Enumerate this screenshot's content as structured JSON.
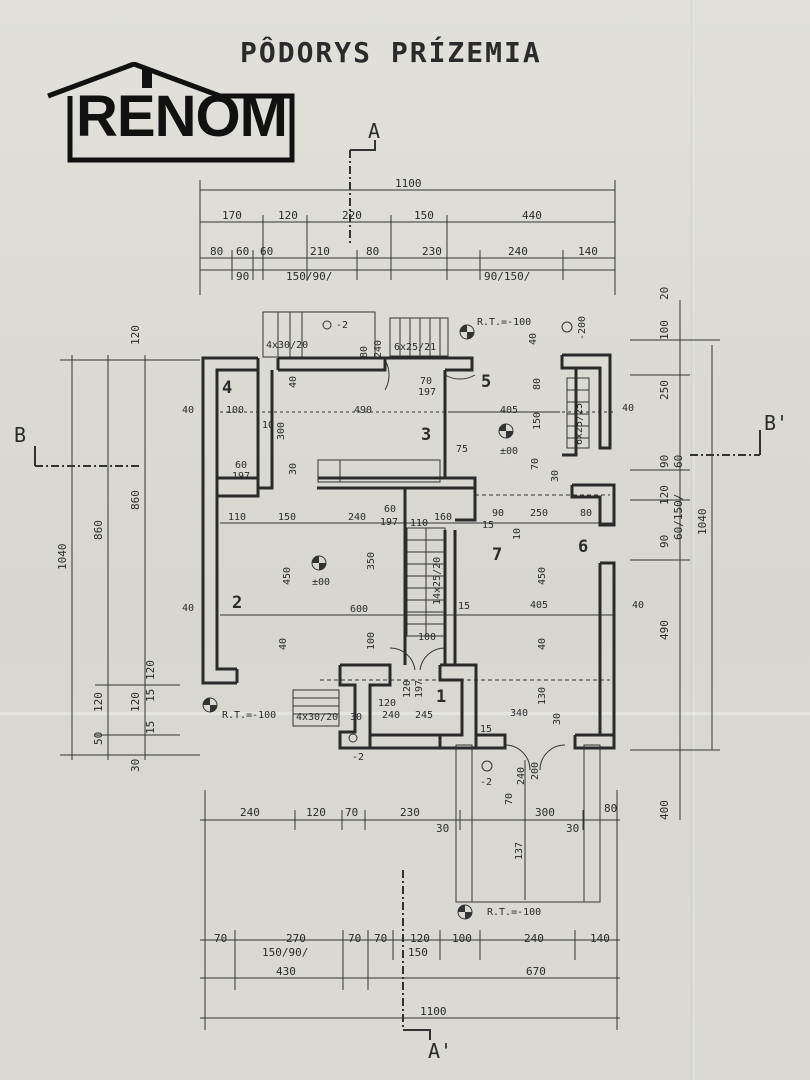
{
  "title": "PÔDORYS PRÍZEMIA",
  "logo": {
    "text": "RENOM"
  },
  "sections": {
    "a_top": "A",
    "a_bottom": "A'",
    "b_left": "B",
    "b_right": "B'"
  },
  "levels": {
    "rt_top": "R.T.=-100",
    "rt_left": "R.T.=-100",
    "rt_bottom": "R.T.=-100",
    "neg200": "-200",
    "zero_room3": "±00",
    "zero_room2": "±00",
    "neg2_top": "-2",
    "neg2_entry": "-2",
    "neg2_terrace": "-2"
  },
  "rooms": [
    {
      "id": "1",
      "label": "1"
    },
    {
      "id": "2",
      "label": "2"
    },
    {
      "id": "3",
      "label": "3"
    },
    {
      "id": "4",
      "label": "4"
    },
    {
      "id": "5",
      "label": "5"
    },
    {
      "id": "6",
      "label": "6"
    },
    {
      "id": "7",
      "label": "7"
    }
  ],
  "dims_top": {
    "total": "1100",
    "row2": [
      "170",
      "120",
      "220",
      "150",
      "440"
    ],
    "row3": [
      "80",
      "60",
      "60",
      "210",
      "80",
      "230",
      "240",
      "140"
    ],
    "row4": [
      "90",
      "150/90/",
      "90/150/"
    ]
  },
  "dims_bottom": {
    "row1": [
      "240",
      "120",
      "70",
      "230",
      "300",
      "80"
    ],
    "row1_extra": [
      "30",
      "30"
    ],
    "row2": [
      "70",
      "270",
      "70",
      "70",
      "120",
      "100",
      "240",
      "140"
    ],
    "row2b": [
      "150/90/",
      "150"
    ],
    "row3": [
      "430",
      "670"
    ],
    "total": "1100"
  },
  "dims_left": {
    "outer": "1040",
    "mid": "860",
    "inner": "860",
    "top": "120",
    "b1": "120",
    "b2": "120",
    "b3": "50",
    "b4": "30",
    "b5": "15",
    "b6": "15"
  },
  "dims_right": {
    "total": "1040",
    "items": [
      "20",
      "100",
      "250",
      "90",
      "60",
      "120",
      "60/150/",
      "90",
      "490",
      "400"
    ]
  },
  "interior": {
    "stairs_top_left": "4x30/20",
    "stairs_top_mid": "6x25/21",
    "stairs_bottom_left": "4x30/20",
    "stairs_right": "6x25/25",
    "stairs_inner": "14x25/20",
    "d80": "80",
    "d240": "240",
    "d70a": "70",
    "d197a": "197",
    "d490": "490",
    "d405a": "405",
    "d40a": "40",
    "d40b": "40",
    "d100a": "100",
    "d300": "300",
    "d10": "10",
    "d60a": "60",
    "d197b": "197",
    "d30a": "30",
    "d110": "110",
    "d150a": "150",
    "d240b": "240",
    "d60b": "60",
    "d197c": "197",
    "d160": "160",
    "d110b": "110",
    "d90a": "90",
    "d250": "250",
    "d80b": "80",
    "d15a": "15",
    "d10b": "10",
    "d450a": "450",
    "d350": "350",
    "d600": "600",
    "d40c": "40",
    "d450b": "450",
    "d405b": "405",
    "d40d": "40",
    "d15b": "15",
    "d100b": "100",
    "d100c": "100",
    "d40e": "40",
    "d40f": "40",
    "d120a": "120",
    "d120b": "120",
    "d197d": "197",
    "d130": "130",
    "d240c": "240",
    "d245": "245",
    "d340": "340",
    "d30b": "30",
    "d15c": "15",
    "d30c": "30",
    "d75": "75",
    "d70b": "70",
    "d30d": "30",
    "d150b": "150",
    "d80c": "80",
    "d40g": "40",
    "d240d": "240",
    "d200": "200",
    "d137": "137",
    "d40h": "40",
    "d70c": "70"
  }
}
